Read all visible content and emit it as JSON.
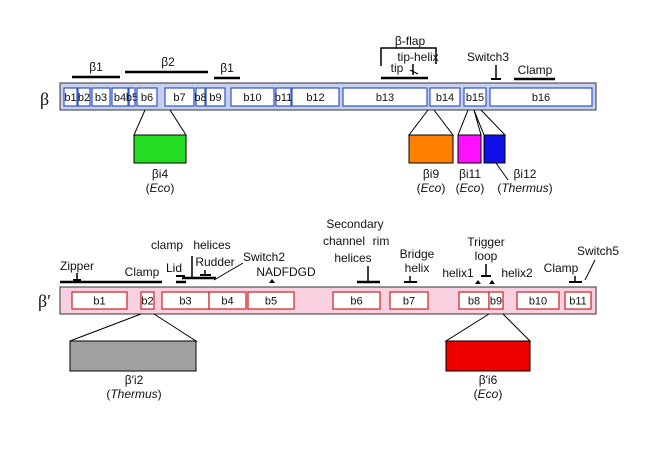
{
  "beta": {
    "symbol": "β",
    "fill": "#c8d0f0",
    "stroke": "#2e55c8",
    "segments": [
      "b1",
      "b2",
      "b3",
      "b4",
      "b5",
      "b6",
      "b7",
      "b8",
      "b9",
      "b10",
      "b11",
      "b12",
      "b13",
      "b14",
      "b15",
      "b16"
    ],
    "regions": {
      "b1_left": "β1",
      "b2": "β2",
      "b1_right": "β1"
    },
    "flap": {
      "title": "β-flap",
      "tip_helix": "tip-helix",
      "tip": "tip"
    },
    "switch3": "Switch3",
    "clamp": "Clamp",
    "inserts": [
      {
        "name": "βi4",
        "source": "Eco",
        "color": "#22dd22"
      },
      {
        "name": "βi9",
        "source": "Eco",
        "color": "#ff8000"
      },
      {
        "name": "βi11",
        "source": "Eco",
        "color": "#ff10ff"
      },
      {
        "name": "βi12",
        "source": "Thermus",
        "color": "#1010e8"
      }
    ]
  },
  "beta_prime": {
    "symbol": "β′",
    "fill": "#f8d0e0",
    "stroke": "#cc2020",
    "segments": [
      "b1",
      "b2",
      "b3",
      "b4",
      "b5",
      "b6",
      "b7",
      "b8",
      "b9",
      "b10",
      "b11"
    ],
    "labels": {
      "zipper": "Zipper",
      "clamp_left": "Clamp",
      "clamp_helices": "clamp",
      "helices": "helices",
      "lid": "Lid",
      "rudder": "Rudder",
      "switch2": "Switch2",
      "nadfdgd": "NADFDGD",
      "secondary_1": "Secondary",
      "secondary_2": "channel",
      "secondary_rim": "rim",
      "secondary_3": "helices",
      "bridge_1": "Bridge",
      "bridge_2": "helix",
      "trigger_1": "Trigger",
      "trigger_2": "loop",
      "helix1": "helix1",
      "helix2": "helix2",
      "clamp_right": "Clamp",
      "switch5": "Switch5"
    },
    "inserts": [
      {
        "name": "β′i2",
        "source": "Thermus",
        "color": "#a0a0a0"
      },
      {
        "name": "β′i6",
        "source": "Eco",
        "color": "#ee0000"
      }
    ]
  }
}
